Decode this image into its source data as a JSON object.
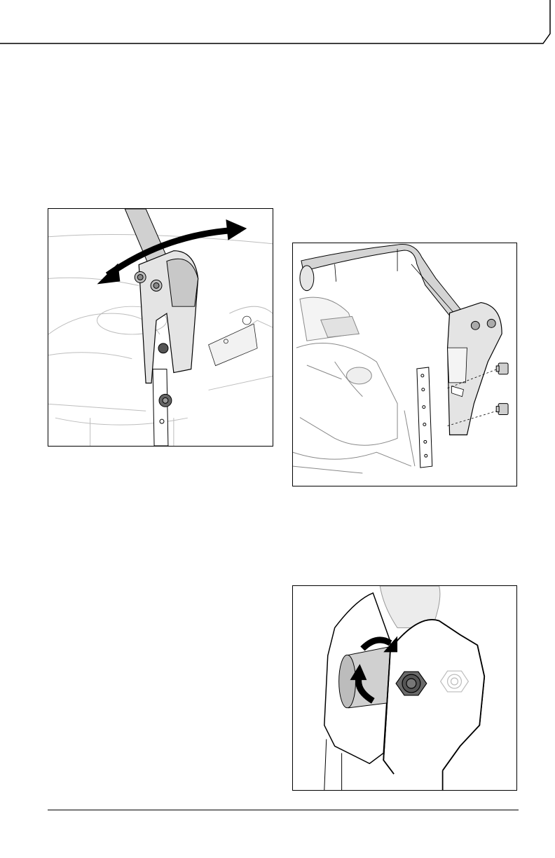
{
  "page": {
    "figures": [
      {
        "id": "fig1",
        "subject": "handle-pivot-adjustment"
      },
      {
        "id": "fig2",
        "subject": "handle-bracket-bolts"
      },
      {
        "id": "fig3",
        "subject": "pivot-nut-tightening"
      }
    ],
    "colors": {
      "line": "#000000",
      "fill_light": "#e6e6e6",
      "fill_mid": "#cfcfcf",
      "nut_dark": "#6a6a6a",
      "ghost": "#bdbdbd"
    }
  }
}
